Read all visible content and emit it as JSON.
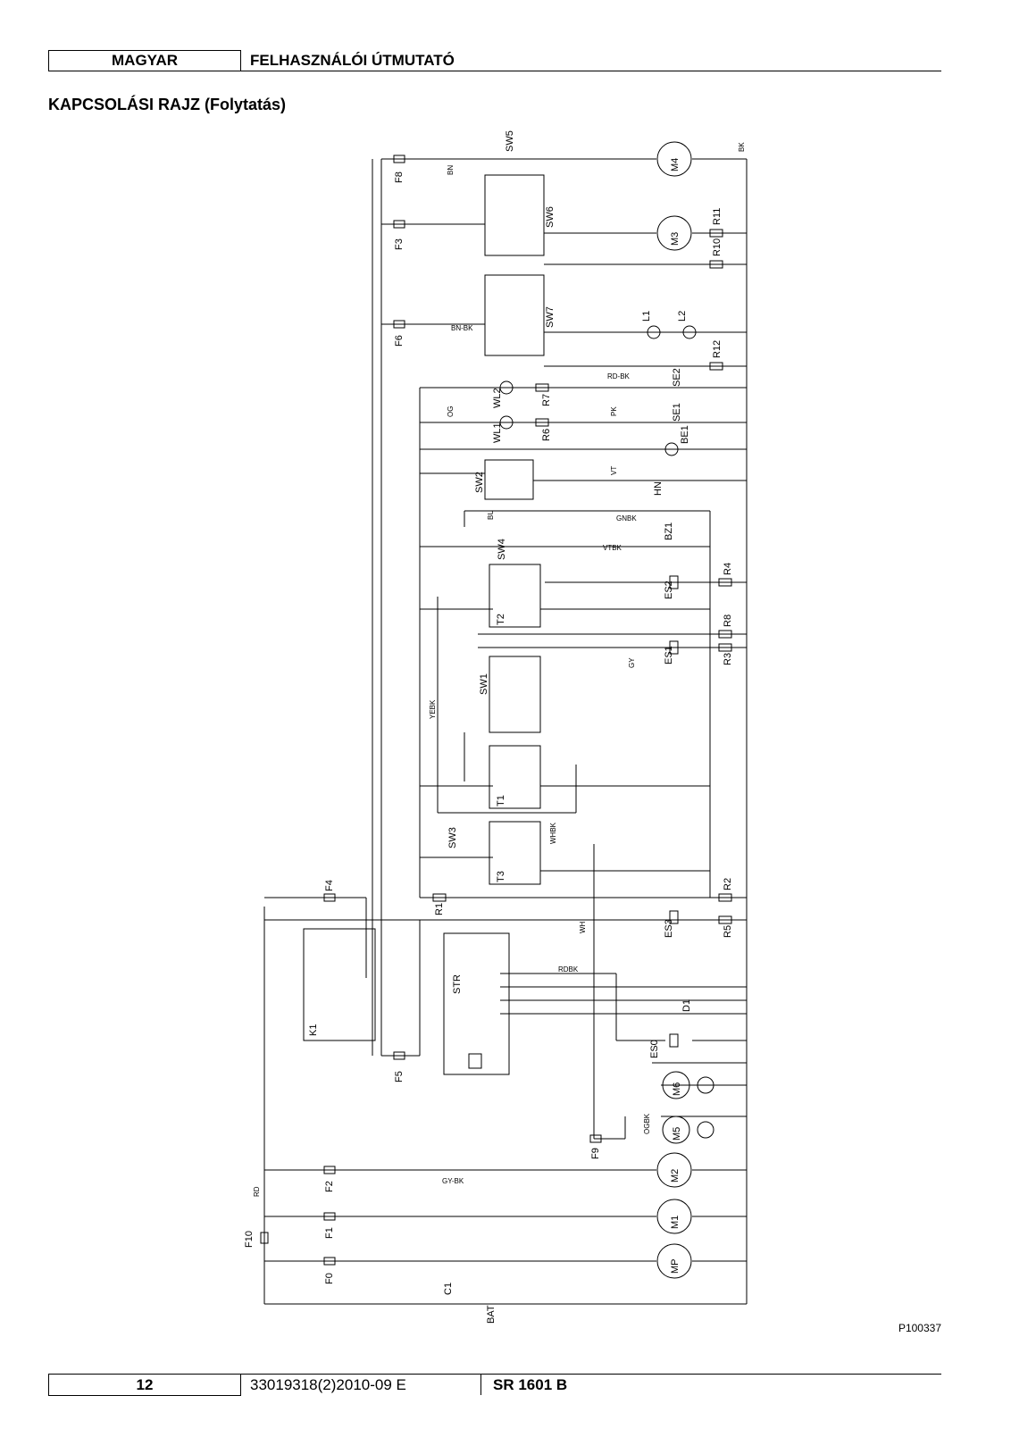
{
  "header": {
    "language": "MAGYAR",
    "title": "FELHASZNÁLÓI ÚTMUTATÓ"
  },
  "section_title": "KAPCSOLÁSI RAJZ (Folytatás)",
  "figure_code": "P100337",
  "footer": {
    "page_number": "12",
    "doc_code": "33019318(2)2010-09 E",
    "model": "SR 1601 B"
  },
  "components": {
    "motors": [
      "M4",
      "M3",
      "M2",
      "M1",
      "MP",
      "M6",
      "M5"
    ],
    "fuses": [
      "F8",
      "F3",
      "F6",
      "F4",
      "F5",
      "F2",
      "F1",
      "F10",
      "F0",
      "F9"
    ],
    "switches": [
      "SW5",
      "SW6",
      "SW7",
      "SW2",
      "SW4",
      "SW1",
      "SW3"
    ],
    "timers": [
      "T2",
      "T1",
      "T3"
    ],
    "relays": [
      "ES2",
      "ES1",
      "ES3",
      "ES0",
      "K1"
    ],
    "resistors": [
      "R11",
      "R10",
      "R12",
      "R7",
      "R6",
      "R4",
      "R8",
      "R3",
      "R2",
      "R1",
      "R5"
    ],
    "lamps": [
      "L1",
      "L2",
      "WL2",
      "WL1",
      "BE1"
    ],
    "sensors": [
      "SE2",
      "SE1"
    ],
    "others": [
      "HN",
      "BZ1",
      "STR",
      "D1",
      "C1",
      "BAT"
    ]
  },
  "wire_colors": [
    "BN",
    "BK",
    "BN-BK",
    "RD-BK",
    "OG",
    "PK",
    "VT",
    "GNBK",
    "BU",
    "VTBK",
    "YEBK",
    "GY",
    "WHBK",
    "WH",
    "RDBK",
    "OGBK",
    "GY-BK",
    "RD"
  ]
}
